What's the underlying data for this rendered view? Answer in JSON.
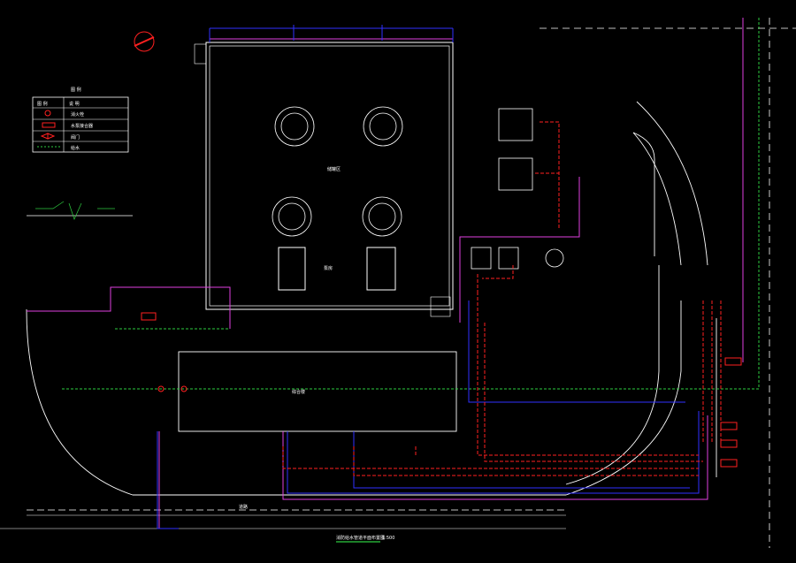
{
  "drawing": {
    "legend": {
      "title": "图 例",
      "header": [
        "图 例",
        "说 明"
      ],
      "rows": [
        "消火栓",
        "水泵接合器",
        "阀门",
        "给水"
      ]
    },
    "labels": {
      "tank_area": "储罐区",
      "pump_room": "泵房",
      "main_building": "综合楼",
      "plan_title": "消防给水管道平面布置图",
      "scale": "1:500",
      "road": "道路"
    },
    "colors": {
      "background": "#000000",
      "building": "#ffffff",
      "water_pipe": "#2ecc40",
      "fire_pipe": "#ff2020",
      "magenta": "#e040e0",
      "blue": "#3030ff"
    }
  }
}
